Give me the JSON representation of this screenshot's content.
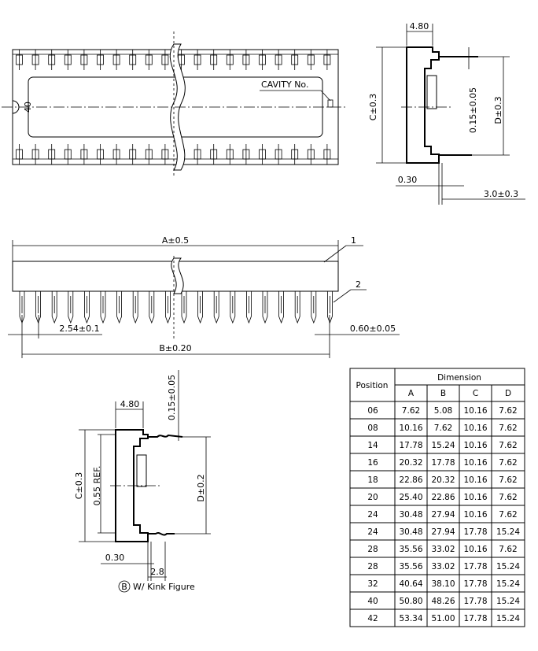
{
  "labels": {
    "pin_count": "40",
    "cavity": "CAVITY  No.",
    "top_width": "4.80",
    "c_dim": "C±0.3",
    "mid_dim": "0.15±0.05",
    "d_dim": "D±0.3",
    "pin_offset": "0.30",
    "pin_length": "3.0±0.3",
    "a_dim": "A±0.5",
    "callout_1": "1",
    "callout_2": "2",
    "pitch": "2.54±0.1",
    "pin_width": "0.60±0.05",
    "b_dim": "B±0.20",
    "k_top_width": "4.80",
    "k_mid_dim": "0.15±0.05",
    "k_c_dim": "C±0.3",
    "k_ref_dim": "0.55  REF.",
    "k_d_dim": "D±0.2",
    "k_pin_offset": "0.30",
    "k_kink": "2.8",
    "kink_marker": "B",
    "kink_caption": "W/  Kink  Figure"
  },
  "table": {
    "position_header": "Position",
    "dimension_header": "Dimension",
    "columns": [
      "A",
      "B",
      "C",
      "D"
    ],
    "rows": [
      [
        "06",
        "7.62",
        "5.08",
        "10.16",
        "7.62"
      ],
      [
        "08",
        "10.16",
        "7.62",
        "10.16",
        "7.62"
      ],
      [
        "14",
        "17.78",
        "15.24",
        "10.16",
        "7.62"
      ],
      [
        "16",
        "20.32",
        "17.78",
        "10.16",
        "7.62"
      ],
      [
        "18",
        "22.86",
        "20.32",
        "10.16",
        "7.62"
      ],
      [
        "20",
        "25.40",
        "22.86",
        "10.16",
        "7.62"
      ],
      [
        "24",
        "30.48",
        "27.94",
        "10.16",
        "7.62"
      ],
      [
        "24",
        "30.48",
        "27.94",
        "17.78",
        "15.24"
      ],
      [
        "28",
        "35.56",
        "33.02",
        "10.16",
        "7.62"
      ],
      [
        "28",
        "35.56",
        "33.02",
        "17.78",
        "15.24"
      ],
      [
        "32",
        "40.64",
        "38.10",
        "17.78",
        "15.24"
      ],
      [
        "40",
        "50.80",
        "48.26",
        "17.78",
        "15.24"
      ],
      [
        "42",
        "53.34",
        "51.00",
        "17.78",
        "15.24"
      ]
    ]
  }
}
